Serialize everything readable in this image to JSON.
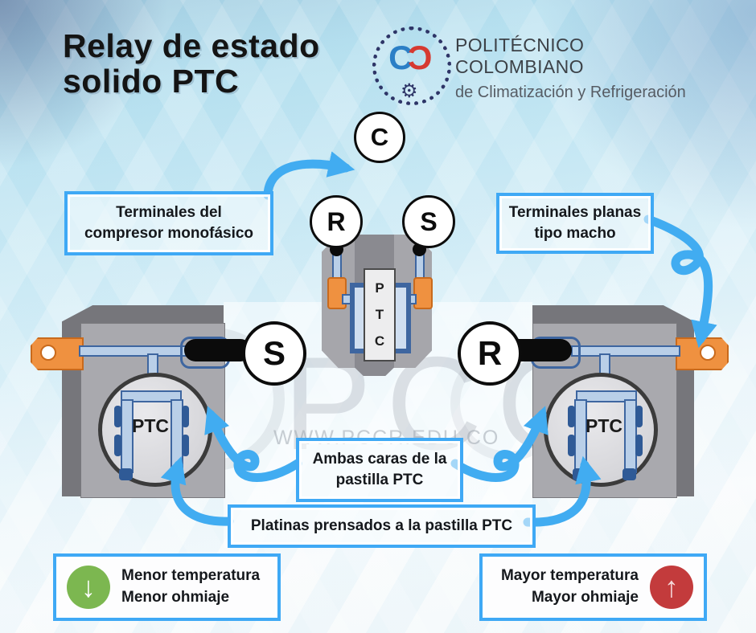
{
  "page": {
    "title_line1": "Relay de estado",
    "title_line2": "solido PTC"
  },
  "logo": {
    "org_line1": "POLITÉCNICO COLOMBIANO",
    "org_line2": "de Climatización y Refrigeración",
    "monogram_left": "C",
    "monogram_right": "C",
    "gear_glyph": "⚙",
    "wreath_color": "#2e3567",
    "c_left_color": "#2b7fc6",
    "c_right_color": "#d63a31"
  },
  "terminal_circles": {
    "c": "C",
    "r_top": "R",
    "s_top": "S",
    "s_side": "S",
    "r_side": "R"
  },
  "relay_center": {
    "ptc_letters": [
      "P",
      "T",
      "C"
    ]
  },
  "relay_left": {
    "ptc_label": "PTC"
  },
  "relay_right": {
    "ptc_label": "PTC"
  },
  "callouts": {
    "compressor": {
      "line1": "Terminales del",
      "line2": "compresor monofásico"
    },
    "flat_terminals": {
      "line1": "Terminales planas",
      "line2": "tipo macho"
    },
    "both_faces": {
      "line1": "Ambas caras de la",
      "line2": "pastilla PTC"
    },
    "platens": {
      "text": "Platinas prensados a la pastilla PTC"
    }
  },
  "legend": {
    "lower": {
      "line1": "Menor temperatura",
      "line2": "Menor ohmiaje",
      "arrow_glyph": "↓",
      "circle_color": "#7cb750"
    },
    "higher": {
      "line1": "Mayor temperatura",
      "line2": "Mayor ohmiaje",
      "arrow_glyph": "↑",
      "circle_color": "#c33b3c"
    }
  },
  "watermark": {
    "big_text": "PCC",
    "url": "WWW.PCCR.EDU.CO"
  },
  "colors": {
    "accent_blue": "#3fa9f5",
    "device_gray": "#a9a9ae",
    "device_dark_gray": "#76767b",
    "terminal_orange": "#ef9140",
    "steel_blue": "#3e66a0",
    "steel_light": "#b9cfe8"
  }
}
